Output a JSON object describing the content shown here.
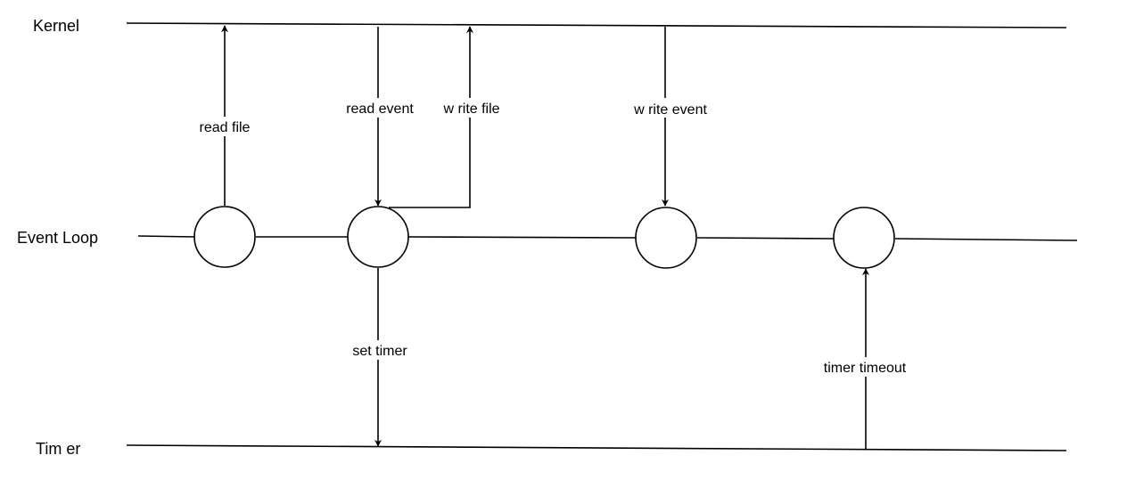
{
  "diagram": {
    "type": "sequence / timeline",
    "lanes": [
      {
        "id": "kernel",
        "label": "Kernel"
      },
      {
        "id": "loop",
        "label": "Event Loop"
      },
      {
        "id": "timer",
        "label": "Tim er"
      }
    ],
    "nodes": [
      {
        "id": "n1",
        "lane": "loop"
      },
      {
        "id": "n2",
        "lane": "loop"
      },
      {
        "id": "n3",
        "lane": "loop"
      },
      {
        "id": "n4",
        "lane": "loop"
      }
    ],
    "edges": [
      {
        "id": "e1",
        "label": "read file",
        "from": "n1",
        "to": "kernel"
      },
      {
        "id": "e2",
        "label": "read event",
        "from": "kernel",
        "to": "n2"
      },
      {
        "id": "e3",
        "label": "w rite file",
        "from": "n2",
        "to": "kernel"
      },
      {
        "id": "e4",
        "label": "w rite event",
        "from": "kernel",
        "to": "n3"
      },
      {
        "id": "e5",
        "label": "set timer",
        "from": "n2",
        "to": "timer"
      },
      {
        "id": "e6",
        "label": "timer timeout",
        "from": "timer",
        "to": "n4"
      }
    ]
  }
}
